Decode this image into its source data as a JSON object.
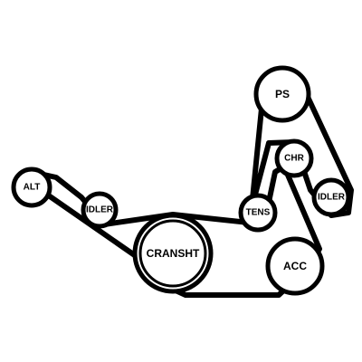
{
  "diagram": {
    "colors": {
      "belt": "#000000",
      "background": "#ffffff"
    },
    "pulleys": {
      "alt": {
        "label": "ALT"
      },
      "idler_left": {
        "label": "IDLER"
      },
      "cranksht": {
        "label": "CRANSHT"
      },
      "tens": {
        "label": "TENS"
      },
      "ps": {
        "label": "PS"
      },
      "chr": {
        "label": "CHR"
      },
      "idler_right": {
        "label": "IDLER"
      },
      "acc": {
        "label": "ACC"
      }
    }
  }
}
